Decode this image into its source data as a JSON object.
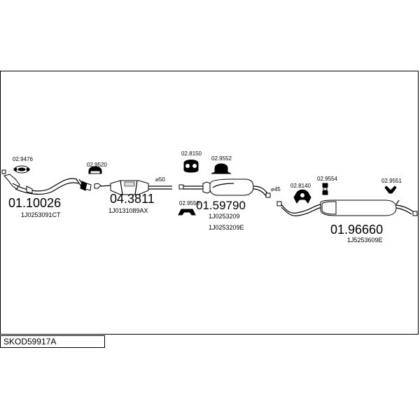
{
  "diagram_code": "SKOD59917A",
  "parts": [
    {
      "number": "01.10026",
      "oem": "1J0253091CT"
    },
    {
      "number": "04.3811",
      "oem": "1J0131089AX"
    },
    {
      "number": "01.59790",
      "oem": "1J0253209",
      "oem2": "1J0253209E"
    },
    {
      "number": "01.96660",
      "oem": "1J5253609E"
    }
  ],
  "fittings": {
    "f1": "02.9476",
    "f2": "02.9520",
    "f3": "02.8150",
    "f4": "02.9552",
    "f5": "02.9550",
    "f6": "02.8140",
    "f7": "02.9554",
    "f8": "02.9551"
  },
  "pipe_marks": {
    "m50": "⌀50",
    "m45": "⌀45"
  }
}
